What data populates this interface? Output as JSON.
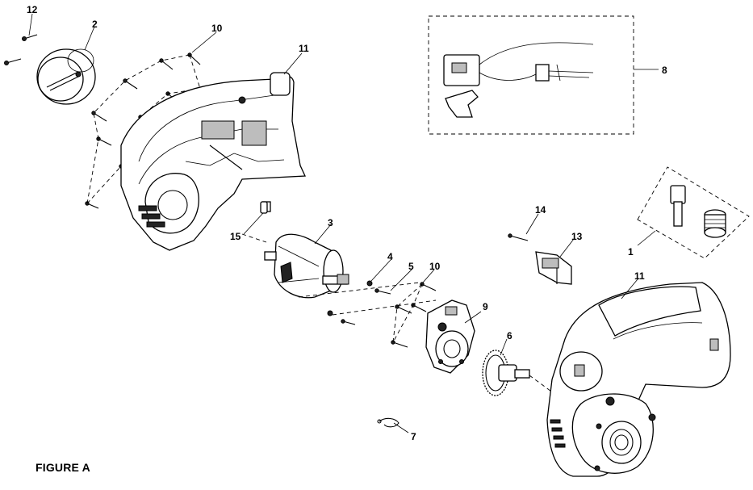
{
  "figure": {
    "caption": "FIGURE A"
  },
  "callouts": {
    "c1": "1",
    "c2": "2",
    "c3": "3",
    "c4": "4",
    "c5": "5",
    "c6": "6",
    "c7": "7",
    "c8": "8",
    "c9": "9",
    "c10a": "10",
    "c10b": "10",
    "c11a": "11",
    "c11b": "11",
    "c12": "12",
    "c13": "13",
    "c14": "14",
    "c15": "15"
  }
}
